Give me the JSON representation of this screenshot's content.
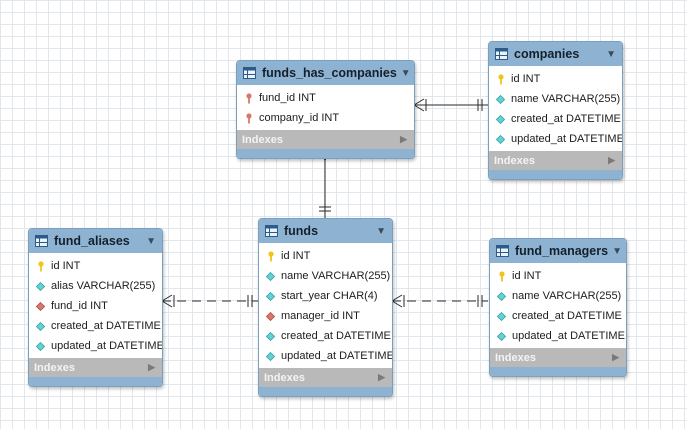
{
  "indexes_label": "Indexes",
  "colors": {
    "header": "#8eb3d2",
    "indexes_bar": "#b9b9b9",
    "key_icon": "#f0c419",
    "fk_icon": "#d9786b",
    "field_icon": "#5fd3d6"
  },
  "tables": [
    {
      "id": "funds_has_companies",
      "name": "funds_has_companies",
      "columns": [
        {
          "text": "fund_id INT",
          "icon": "foreign-key-icon"
        },
        {
          "text": "company_id INT",
          "icon": "foreign-key-icon"
        }
      ]
    },
    {
      "id": "companies",
      "name": "companies",
      "columns": [
        {
          "text": "id INT",
          "icon": "primary-key-icon"
        },
        {
          "text": "name VARCHAR(255)",
          "icon": "column-icon"
        },
        {
          "text": "created_at DATETIME",
          "icon": "column-icon"
        },
        {
          "text": "updated_at DATETIME",
          "icon": "column-icon"
        }
      ]
    },
    {
      "id": "fund_aliases",
      "name": "fund_aliases",
      "columns": [
        {
          "text": "id INT",
          "icon": "primary-key-icon"
        },
        {
          "text": "alias VARCHAR(255)",
          "icon": "column-icon"
        },
        {
          "text": "fund_id INT",
          "icon": "foreign-key-column-icon"
        },
        {
          "text": "created_at DATETIME",
          "icon": "column-icon"
        },
        {
          "text": "updated_at DATETIME",
          "icon": "column-icon"
        }
      ]
    },
    {
      "id": "funds",
      "name": "funds",
      "columns": [
        {
          "text": "id INT",
          "icon": "primary-key-icon"
        },
        {
          "text": "name VARCHAR(255)",
          "icon": "column-icon"
        },
        {
          "text": "start_year CHAR(4)",
          "icon": "column-icon"
        },
        {
          "text": "manager_id INT",
          "icon": "foreign-key-column-icon"
        },
        {
          "text": "created_at DATETIME",
          "icon": "column-icon"
        },
        {
          "text": "updated_at DATETIME",
          "icon": "column-icon"
        }
      ]
    },
    {
      "id": "fund_managers",
      "name": "fund_managers",
      "columns": [
        {
          "text": "id INT",
          "icon": "primary-key-icon"
        },
        {
          "text": "name VARCHAR(255)",
          "icon": "column-icon"
        },
        {
          "text": "created_at DATETIME",
          "icon": "column-icon"
        },
        {
          "text": "updated_at DATETIME",
          "icon": "column-icon"
        }
      ]
    }
  ],
  "relationships": [
    {
      "from": "funds_has_companies",
      "to": "companies",
      "style": "solid",
      "cardinality": "many-to-one"
    },
    {
      "from": "funds_has_companies",
      "to": "funds",
      "style": "solid",
      "cardinality": "many-to-one"
    },
    {
      "from": "fund_aliases",
      "to": "funds",
      "style": "dashed",
      "cardinality": "many-to-one"
    },
    {
      "from": "funds",
      "to": "fund_managers",
      "style": "dashed",
      "cardinality": "many-to-one"
    }
  ]
}
